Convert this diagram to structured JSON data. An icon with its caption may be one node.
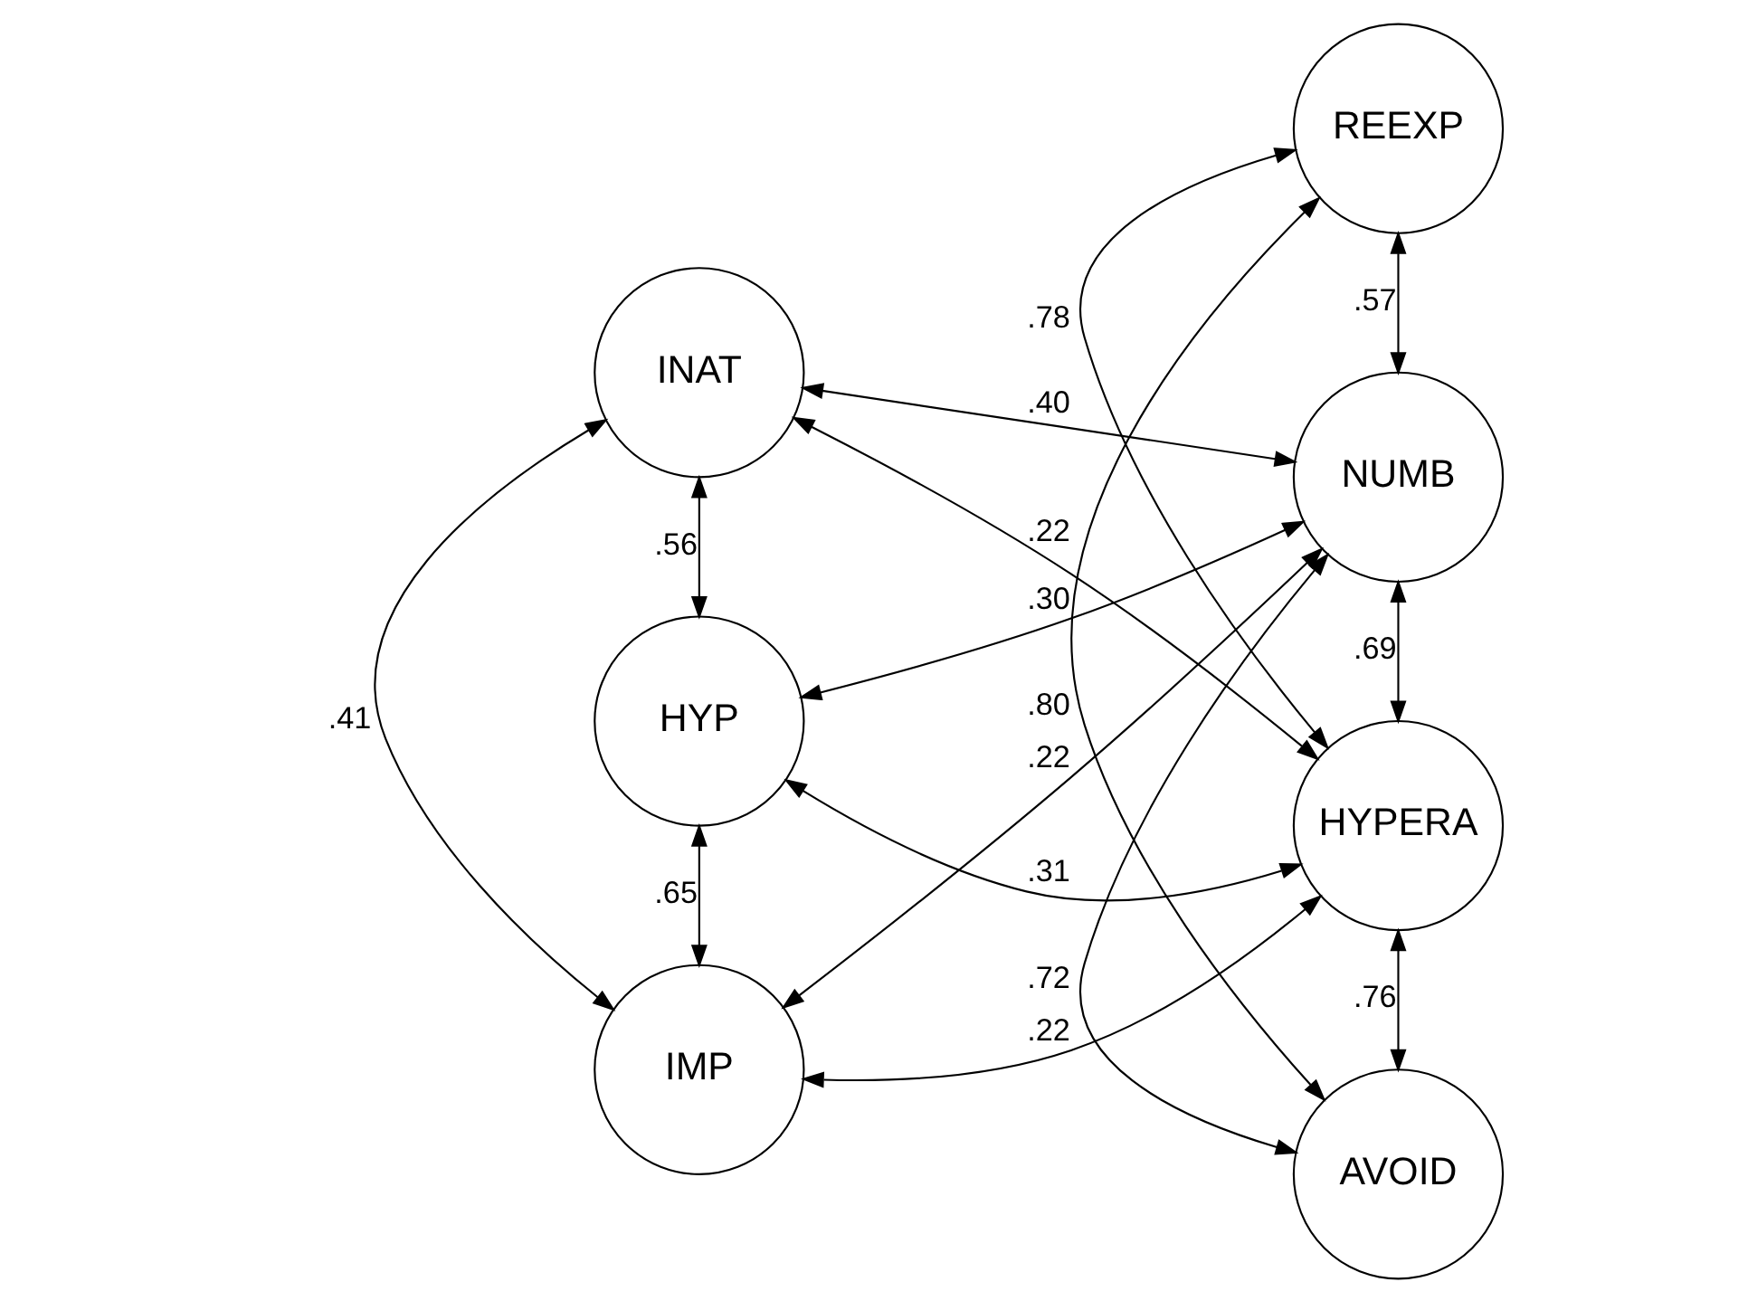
{
  "diagram": {
    "nodes": [
      {
        "text": [
          "INAT"
        ]
      },
      {
        "text": [
          "HYP"
        ]
      },
      {
        "text": [
          "IMP"
        ]
      },
      {
        "text": [
          "REEXP"
        ]
      },
      {
        "text": [
          "NUMB"
        ]
      },
      {
        "text": [
          "HYPERA"
        ]
      },
      {
        "text": [
          "AVOID"
        ]
      }
    ],
    "edges": [
      {
        "from": 0,
        "to": 1,
        "arrow": "both",
        "label": ".56"
      },
      {
        "from": 1,
        "to": 2,
        "arrow": "both",
        "label": ".65"
      },
      {
        "from": 0,
        "to": 2,
        "arrow": "both",
        "label": ".41"
      },
      {
        "from": 0,
        "to": 4,
        "arrow": "both",
        "label": ".40"
      },
      {
        "from": 0,
        "to": 5,
        "arrow": "both",
        "label": ".22"
      },
      {
        "from": 1,
        "to": 4,
        "arrow": "both",
        "label": ".30"
      },
      {
        "from": 1,
        "to": 5,
        "arrow": "both",
        "label": ".31"
      },
      {
        "from": 2,
        "to": 4,
        "arrow": "both",
        "label": ".22"
      },
      {
        "from": 2,
        "to": 5,
        "arrow": "both",
        "label": ".22"
      },
      {
        "from": 3,
        "to": 4,
        "arrow": "both",
        "label": ".57"
      },
      {
        "from": 3,
        "to": 5,
        "arrow": "both",
        "label": ".78"
      },
      {
        "from": 3,
        "to": 6,
        "arrow": "both",
        "label": ".80"
      },
      {
        "from": 4,
        "to": 5,
        "arrow": "both",
        "label": ".69"
      },
      {
        "from": 4,
        "to": 6,
        "arrow": "both",
        "label": ".72"
      },
      {
        "from": 5,
        "to": 6,
        "arrow": "both",
        "label": ".76"
      }
    ]
  }
}
